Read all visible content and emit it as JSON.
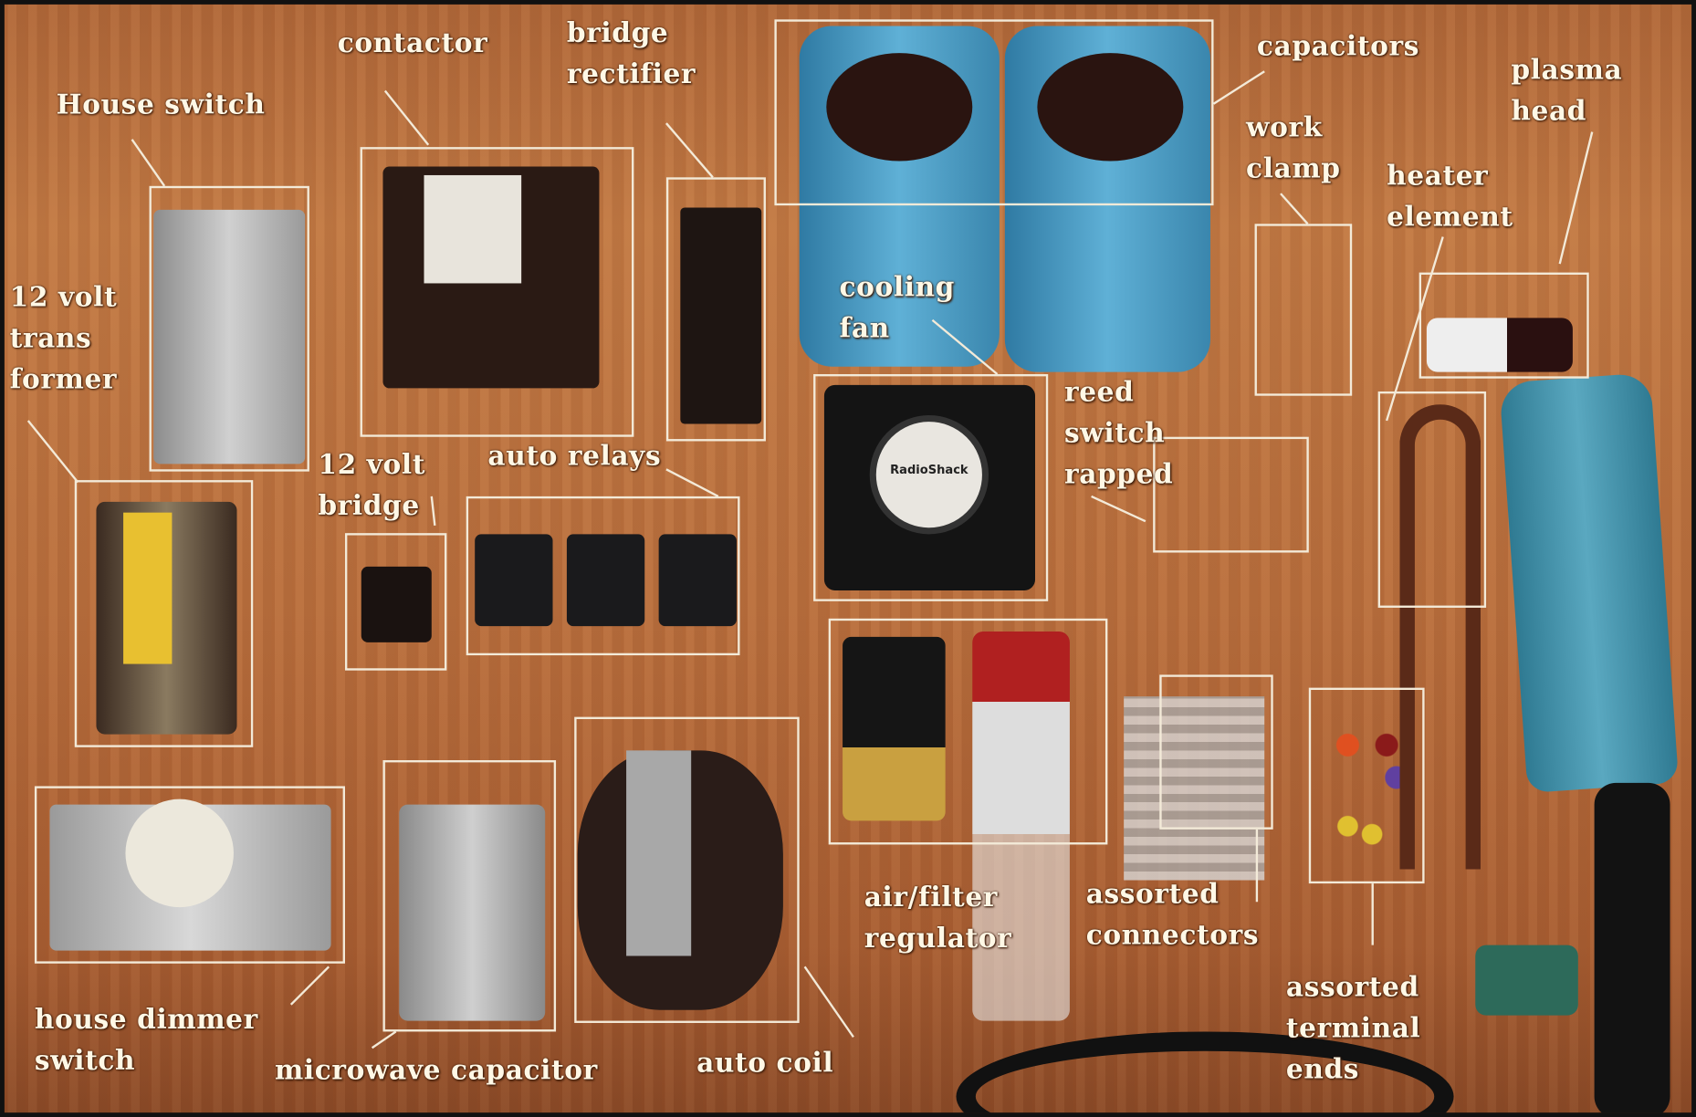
{
  "labels": {
    "house_switch": "House switch",
    "contactor": "contactor",
    "bridge_rectifier": "bridge\nrectifier",
    "capacitors": "capacitors",
    "plasma_head": "plasma\nhead",
    "work_clamp": "work\nclamp",
    "heater_element": "heater\nelement",
    "cooling_fan": "cooling\nfan",
    "transformer": "12 volt\ntrans\nformer",
    "volt_bridge": "12 volt\nbridge",
    "auto_relays": "auto relays",
    "reed_switch": "reed\nswitch\nrapped",
    "air_filter": "air/filter\nregulator",
    "connectors": "assorted\nconnectors",
    "terminal_ends": "assorted\nterminal\nends",
    "dimmer": "house dimmer\nswitch",
    "microwave_cap": "microwave capacitor",
    "auto_coil": "auto coil"
  },
  "fan_brand": "RadioShack",
  "colors": {
    "wood": "#b96f3e",
    "capacitor_blue": "#4a9cc4",
    "torch_blue": "#3f8ea6",
    "label": "#fff8e6"
  }
}
